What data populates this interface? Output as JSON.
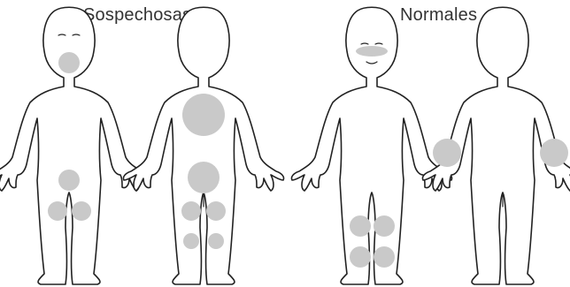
{
  "titles": {
    "left": "Sospechosas",
    "right": "Normales"
  },
  "colors": {
    "outline": "#222222",
    "spot": "#c9c9c9",
    "title": "#333333"
  },
  "figures": [
    {
      "group": "left",
      "view": "front"
    },
    {
      "group": "left",
      "view": "back"
    },
    {
      "group": "right",
      "view": "front"
    },
    {
      "group": "right",
      "view": "back"
    }
  ]
}
